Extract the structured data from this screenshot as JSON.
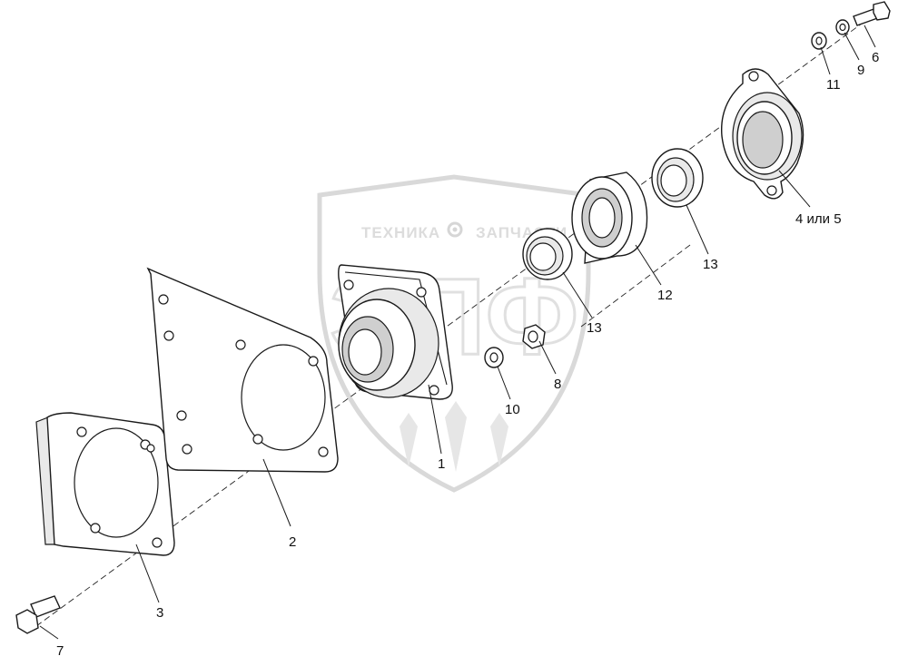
{
  "watermark": {
    "line1_left": "ТЕХНИКА",
    "line1_right": "ЗАПЧАСТИ",
    "emblem": "ЭПФ",
    "gear_icon": "gear-icon"
  },
  "callouts": [
    {
      "id": "1",
      "label": "1"
    },
    {
      "id": "2",
      "label": "2"
    },
    {
      "id": "3",
      "label": "3"
    },
    {
      "id": "4",
      "label": "4 или 5"
    },
    {
      "id": "6",
      "label": "6"
    },
    {
      "id": "7",
      "label": "7"
    },
    {
      "id": "8",
      "label": "8"
    },
    {
      "id": "9",
      "label": "9"
    },
    {
      "id": "10",
      "label": "10"
    },
    {
      "id": "11",
      "label": "11"
    },
    {
      "id": "12",
      "label": "12"
    },
    {
      "id": "13a",
      "label": "13"
    },
    {
      "id": "13b",
      "label": "13"
    }
  ]
}
